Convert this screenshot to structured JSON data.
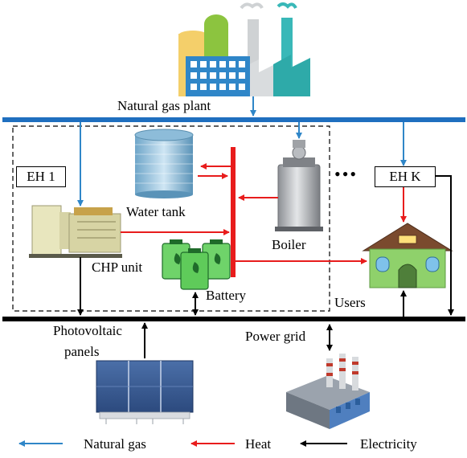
{
  "labels": {
    "natural_gas_plant": "Natural gas plant",
    "eh1": "EH 1",
    "ehk": "EH K",
    "water_tank": "Water tank",
    "boiler": "Boiler",
    "chp_unit": "CHP unit",
    "battery": "Battery",
    "users": "Users",
    "photovoltaic": "Photovoltaic",
    "panels": "panels",
    "power_grid": "Power grid",
    "ellipsis": "•••"
  },
  "legend": {
    "natural_gas": "Natural gas",
    "heat": "Heat",
    "electricity": "Electricity"
  },
  "colors": {
    "gas": "#2f86c8",
    "heat": "#e81c1c",
    "electricity": "#000000",
    "gas_bus": "#1f6fbf",
    "heat_bus": "#e81c1c"
  }
}
